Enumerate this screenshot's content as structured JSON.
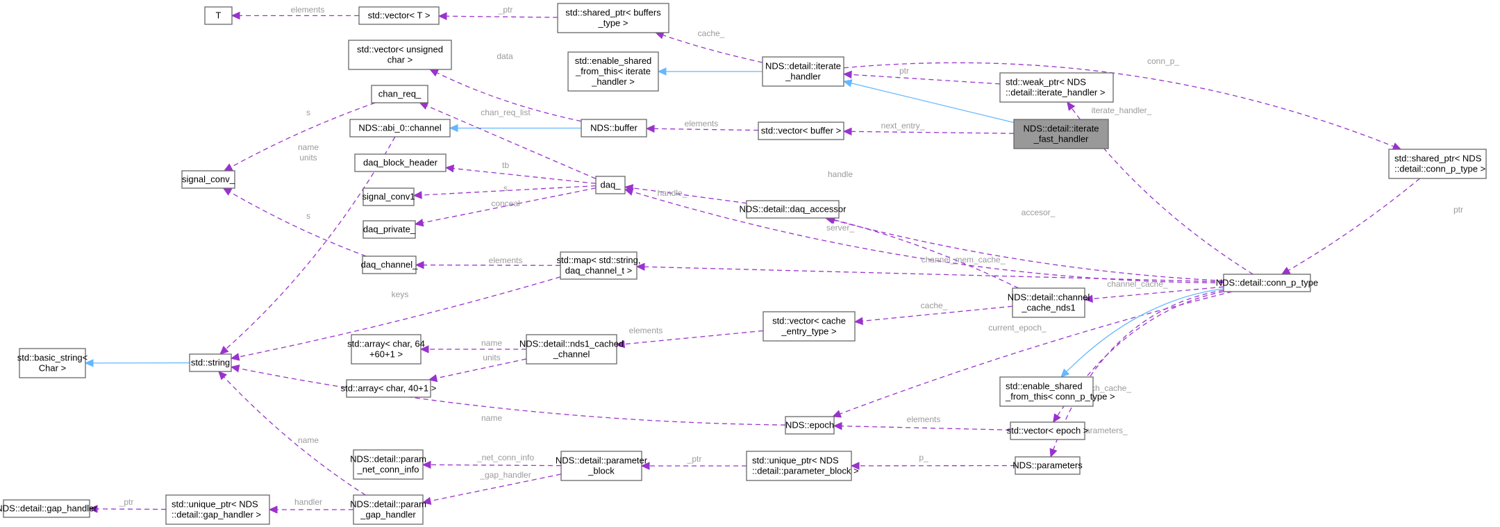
{
  "title": "Collaboration diagram for NDS::detail::iterate_fast_handler",
  "legend": {
    "usage_color": "#9a32cd",
    "inheritance_color": "#63b8ff",
    "focus_fill": "#999999",
    "node_stroke": "#666666",
    "label_color": "#9a9a9a"
  },
  "nodes": [
    {
      "id": "T",
      "lines": [
        "T"
      ]
    },
    {
      "id": "vecT",
      "lines": [
        "std::vector< T >"
      ]
    },
    {
      "id": "shbuf",
      "lines": [
        "std::shared_ptr< buffers",
        "_type >"
      ]
    },
    {
      "id": "vecuchar",
      "lines": [
        "std::vector< unsigned",
        "char >"
      ]
    },
    {
      "id": "esft_it",
      "lines": [
        "std::enable_shared",
        "_from_this< iterate",
        "_handler >"
      ]
    },
    {
      "id": "iterh",
      "lines": [
        "NDS::detail::iterate",
        "_handler"
      ]
    },
    {
      "id": "weakit",
      "lines": [
        "std::weak_ptr< NDS",
        "::detail::iterate_handler >"
      ]
    },
    {
      "id": "iterfast",
      "lines": [
        "NDS::detail::iterate",
        "_fast_handler"
      ],
      "focus": true
    },
    {
      "id": "shconn",
      "lines": [
        "std::shared_ptr< NDS",
        "::detail::conn_p_type >"
      ]
    },
    {
      "id": "chanreq",
      "lines": [
        "chan_req_"
      ]
    },
    {
      "id": "channel",
      "lines": [
        "NDS::abi_0::channel"
      ]
    },
    {
      "id": "buffer",
      "lines": [
        "NDS::buffer"
      ]
    },
    {
      "id": "vecbuf",
      "lines": [
        "std::vector< buffer >"
      ]
    },
    {
      "id": "sigconv",
      "lines": [
        "signal_conv_"
      ]
    },
    {
      "id": "daqbh",
      "lines": [
        "daq_block_header"
      ]
    },
    {
      "id": "sigconv1",
      "lines": [
        "signal_conv1"
      ]
    },
    {
      "id": "daqpriv",
      "lines": [
        "daq_private_"
      ]
    },
    {
      "id": "daq",
      "lines": [
        "daq_"
      ]
    },
    {
      "id": "daqacc",
      "lines": [
        "NDS::detail::daq_accessor"
      ]
    },
    {
      "id": "daqchan",
      "lines": [
        "daq_channel_"
      ]
    },
    {
      "id": "stdmap",
      "lines": [
        "std::map< std::string,",
        "daq_channel_t >"
      ]
    },
    {
      "id": "connp",
      "lines": [
        "NDS::detail::conn_p_type"
      ]
    },
    {
      "id": "chcache",
      "lines": [
        "NDS::detail::channel",
        "_cache_nds1"
      ]
    },
    {
      "id": "veccache",
      "lines": [
        "std::vector< cache",
        "_entry_type >"
      ]
    },
    {
      "id": "basicstr",
      "lines": [
        "std::basic_string<",
        "Char >"
      ]
    },
    {
      "id": "string",
      "lines": [
        "std::string"
      ]
    },
    {
      "id": "arr64",
      "lines": [
        "std::array< char, 64",
        "+60+1 >"
      ]
    },
    {
      "id": "arr40",
      "lines": [
        "std::array< char, 40+1 >"
      ]
    },
    {
      "id": "nds1cached",
      "lines": [
        "NDS::detail::nds1_cached",
        "_channel"
      ]
    },
    {
      "id": "esft_conn",
      "lines": [
        "std::enable_shared",
        "_from_this< conn_p_type >"
      ]
    },
    {
      "id": "epoch",
      "lines": [
        "NDS::epoch"
      ]
    },
    {
      "id": "vecepoch",
      "lines": [
        "std::vector< epoch >"
      ]
    },
    {
      "id": "pnetconn",
      "lines": [
        "NDS::detail::param",
        "_net_conn_info"
      ]
    },
    {
      "id": "pblock",
      "lines": [
        "NDS::detail::parameter",
        "_block"
      ]
    },
    {
      "id": "uptrpblock",
      "lines": [
        "std::unique_ptr< NDS",
        "::detail::parameter_block >"
      ]
    },
    {
      "id": "params",
      "lines": [
        "NDS::parameters"
      ]
    },
    {
      "id": "gaph",
      "lines": [
        "NDS::detail::gap_handler"
      ]
    },
    {
      "id": "uptrgap",
      "lines": [
        "std::unique_ptr< NDS",
        "::detail::gap_handler >"
      ]
    },
    {
      "id": "pgap",
      "lines": [
        "NDS::detail::param",
        "_gap_handler"
      ]
    }
  ],
  "edges": [
    {
      "from": "vecT",
      "to": "T",
      "kind": "usage",
      "label": "elements"
    },
    {
      "from": "shbuf",
      "to": "vecT",
      "kind": "usage",
      "label": "_ptr"
    },
    {
      "from": "iterh",
      "to": "shbuf",
      "kind": "usage",
      "label": "cache_"
    },
    {
      "from": "iterh",
      "to": "esft_it",
      "kind": "inherit",
      "label": ""
    },
    {
      "from": "iterh",
      "to": "shconn",
      "kind": "usage",
      "label": "conn_p_"
    },
    {
      "from": "weakit",
      "to": "iterh",
      "kind": "usage",
      "label": "ptr"
    },
    {
      "from": "iterfast",
      "to": "iterh",
      "kind": "inherit",
      "label": ""
    },
    {
      "from": "iterfast",
      "to": "vecbuf",
      "kind": "usage",
      "label": "next_entry_"
    },
    {
      "from": "buffer",
      "to": "vecuchar",
      "kind": "usage",
      "label": "data"
    },
    {
      "from": "buffer",
      "to": "channel",
      "kind": "inherit",
      "label": ""
    },
    {
      "from": "vecbuf",
      "to": "buffer",
      "kind": "usage",
      "label": "elements"
    },
    {
      "from": "chanreq",
      "to": "sigconv",
      "kind": "usage",
      "label": "s"
    },
    {
      "from": "daq",
      "to": "chanreq",
      "kind": "usage",
      "label": "chan_req_list"
    },
    {
      "from": "channel",
      "to": "string",
      "kind": "usage",
      "label": "name\nunits"
    },
    {
      "from": "daq",
      "to": "daqbh",
      "kind": "usage",
      "label": "tb"
    },
    {
      "from": "daq",
      "to": "sigconv1",
      "kind": "usage",
      "label": "s"
    },
    {
      "from": "daq",
      "to": "daqpriv",
      "kind": "usage",
      "label": "conceal"
    },
    {
      "from": "daqchan",
      "to": "sigconv",
      "kind": "usage",
      "label": "s"
    },
    {
      "from": "daqacc",
      "to": "daq",
      "kind": "usage",
      "label": "handle_"
    },
    {
      "from": "connp",
      "to": "daq",
      "kind": "usage",
      "label": "handle"
    },
    {
      "from": "connp",
      "to": "daqacc",
      "kind": "usage",
      "label": "accesor_"
    },
    {
      "from": "chcache",
      "to": "daqacc",
      "kind": "usage",
      "label": "server_"
    },
    {
      "from": "stdmap",
      "to": "daqchan",
      "kind": "usage",
      "label": "elements"
    },
    {
      "from": "stdmap",
      "to": "string",
      "kind": "usage",
      "label": "keys"
    },
    {
      "from": "connp",
      "to": "stdmap",
      "kind": "usage",
      "label": "channel_mem_cache_"
    },
    {
      "from": "shconn",
      "to": "connp",
      "kind": "usage",
      "label": "ptr"
    },
    {
      "from": "connp",
      "to": "weakit",
      "kind": "usage",
      "label": "iterate_handler_"
    },
    {
      "from": "connp",
      "to": "chcache",
      "kind": "usage",
      "label": "channel_cache_"
    },
    {
      "from": "chcache",
      "to": "veccache",
      "kind": "usage",
      "label": "cache_"
    },
    {
      "from": "veccache",
      "to": "nds1cached",
      "kind": "usage",
      "label": "elements"
    },
    {
      "from": "nds1cached",
      "to": "arr64",
      "kind": "usage",
      "label": "name"
    },
    {
      "from": "nds1cached",
      "to": "arr40",
      "kind": "usage",
      "label": "units"
    },
    {
      "from": "string",
      "to": "basicstr",
      "kind": "inherit",
      "label": ""
    },
    {
      "from": "connp",
      "to": "epoch",
      "kind": "usage",
      "label": "current_epoch_"
    },
    {
      "from": "connp",
      "to": "esft_conn",
      "kind": "inherit",
      "label": ""
    },
    {
      "from": "connp",
      "to": "vecepoch",
      "kind": "usage",
      "label": "epoch_cache_"
    },
    {
      "from": "connp",
      "to": "params",
      "kind": "usage",
      "label": "parameters_"
    },
    {
      "from": "epoch",
      "to": "string",
      "kind": "usage",
      "label": "name"
    },
    {
      "from": "vecepoch",
      "to": "epoch",
      "kind": "usage",
      "label": "elements"
    },
    {
      "from": "params",
      "to": "uptrpblock",
      "kind": "usage",
      "label": "p_"
    },
    {
      "from": "uptrpblock",
      "to": "pblock",
      "kind": "usage",
      "label": "_ptr"
    },
    {
      "from": "pblock",
      "to": "pnetconn",
      "kind": "usage",
      "label": "_net_conn_info"
    },
    {
      "from": "pblock",
      "to": "pgap",
      "kind": "usage",
      "label": "_gap_handler"
    },
    {
      "from": "pgap",
      "to": "string",
      "kind": "usage",
      "label": "name"
    },
    {
      "from": "pgap",
      "to": "uptrgap",
      "kind": "usage",
      "label": "handler"
    },
    {
      "from": "uptrgap",
      "to": "gaph",
      "kind": "usage",
      "label": "_ptr"
    }
  ]
}
